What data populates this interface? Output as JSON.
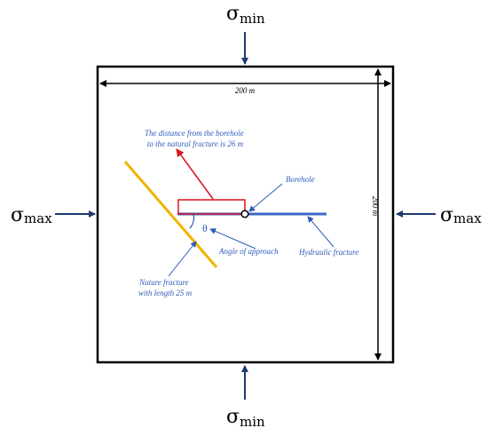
{
  "stress_labels": {
    "top": {
      "symbol": "σ",
      "subscript": "min"
    },
    "bottom": {
      "symbol": "σ",
      "subscript": "min"
    },
    "left": {
      "symbol": "σ",
      "subscript": "max"
    },
    "right": {
      "symbol": "σ",
      "subscript": "max"
    }
  },
  "dimensions": {
    "width_label": "200 m",
    "height_label": "200 m"
  },
  "annotations": {
    "distance_line1": "The distance from the borehole",
    "distance_line2": "to the natural fracture is 26 m",
    "borehole": "Borehole",
    "theta": "θ",
    "angle_of_approach": "Angle of approach",
    "hydraulic_fracture": "Hydraulic fracture",
    "nature_fracture_line1": "Nature fracture",
    "nature_fracture_line2": "with length 25 m"
  },
  "colors": {
    "frame": "#000000",
    "annotation_blue": "#2e5bb8",
    "hydraulic_fracture": "#3d68c8",
    "natural_fracture": "#f0b400",
    "distance_red": "#d8141c",
    "stress_arrow": "#1f3a6e"
  }
}
